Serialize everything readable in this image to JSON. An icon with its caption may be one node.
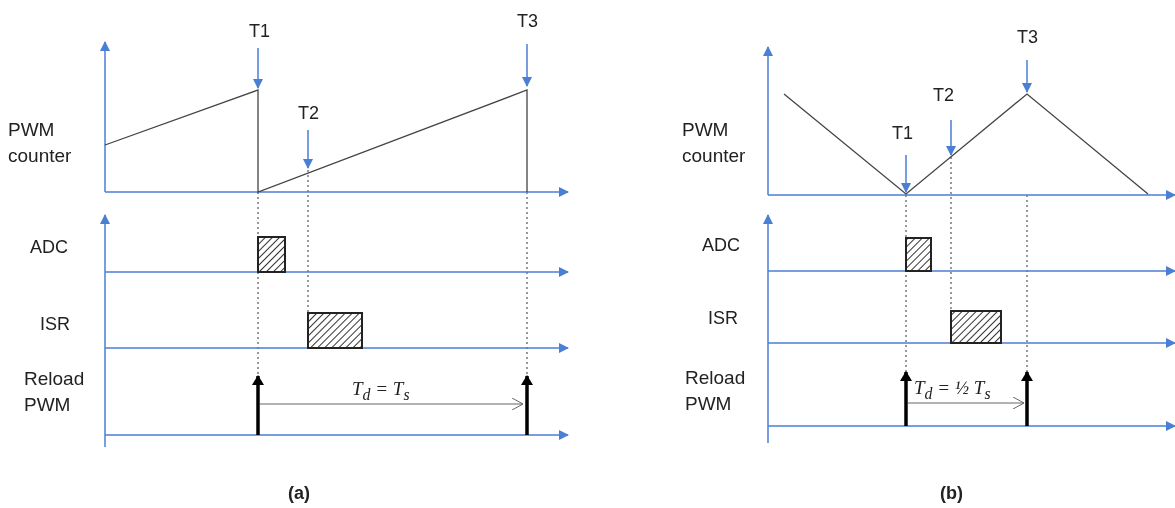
{
  "diagram": {
    "labels": [
      "T1",
      "T3",
      "T2",
      "PWM counter",
      "ADC",
      "ISR",
      "Reload PWM",
      "T$_{d}$ =  T$_{s}$",
      "(a)",
      "T3",
      "T2",
      "PWM counter",
      "T1",
      "ADC",
      "ISR",
      "Reload PWM",
      "T$_{d}$ = ½ T$_{s}$",
      "(b)"
    ]
  }
}
